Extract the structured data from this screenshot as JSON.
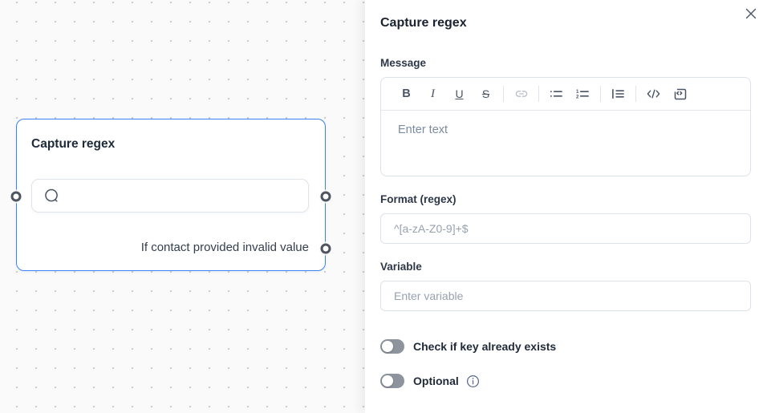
{
  "canvas": {
    "node": {
      "title": "Capture regex",
      "output_label": "If contact provided invalid value",
      "border_color": "#3b82f6",
      "ports": [
        "input-left",
        "output-right",
        "invalid-output"
      ]
    }
  },
  "panel": {
    "title": "Capture regex",
    "message": {
      "label": "Message",
      "placeholder": "Enter text",
      "toolbar": {
        "bold": "B",
        "italic": "I",
        "underline": "U",
        "strikethrough": "S",
        "icons": [
          "link-icon",
          "bullet-list-icon",
          "ordered-list-icon",
          "blockquote-icon",
          "code-icon",
          "code-block-icon"
        ]
      }
    },
    "format": {
      "label": "Format (regex)",
      "placeholder": "^[a-zA-Z0-9]+$",
      "value": ""
    },
    "variable": {
      "label": "Variable",
      "placeholder": "Enter variable",
      "value": ""
    },
    "toggles": [
      {
        "label": "Check if key already exists",
        "state": "off"
      },
      {
        "label": "Optional",
        "state": "off",
        "info": true
      }
    ]
  },
  "colors": {
    "accent_blue": "#3b82f6",
    "toggle_off_gray": "#8d949e",
    "icon_slate": "#4a5568",
    "canvas_bg": "#fafafa",
    "border_light": "#dce2ea"
  }
}
